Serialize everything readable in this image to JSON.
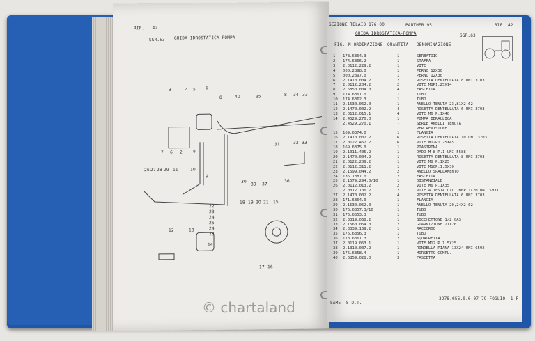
{
  "left_page": {
    "rif": "RIF.   42",
    "sgr": "SGR.63",
    "title": "GUIDA IDROSTATICA-POMPA",
    "callouts": [
      "3",
      "4",
      "5",
      "1",
      "8",
      "40",
      "35",
      "8",
      "34",
      "33",
      "7",
      "6",
      "2",
      "8",
      "31",
      "32",
      "33",
      "26",
      "27",
      "28",
      "29",
      "11",
      "10",
      "9",
      "30",
      "39",
      "37",
      "36",
      "22",
      "23",
      "24",
      "25",
      "24",
      "23",
      "18",
      "19",
      "20",
      "21",
      "15",
      "12",
      "13",
      "14",
      "17",
      "16"
    ],
    "watermark": "© chartaland"
  },
  "right_page": {
    "section": "SEZIONE TELAIO 176,00",
    "model": "PANTHER 95",
    "rif": "RIF. 42",
    "title": "GUIDA IDROSTATICA-POMPA",
    "sgr": "SGR.63",
    "headers": {
      "fig": "FIG.",
      "order": "N.ORDINAZIONE",
      "qty": "QUANTITA'",
      "name": "DENOMINAZIONE"
    },
    "rows": [
      [
        "1",
        "178.6364.3",
        "1",
        "SERBATOIO"
      ],
      [
        "2",
        "174.6366.2",
        "1",
        "STAFFA"
      ],
      [
        "3",
        "2.0112.229.2",
        "1",
        "VITE"
      ],
      [
        "4",
        "000.2898.0",
        "1",
        "PERNO 12X30"
      ],
      [
        "5",
        "000.2897.0",
        "1",
        "PERNO 12X30"
      ],
      [
        "6",
        "2.1470.004.2",
        "2",
        "ROSETTA DENTELLATA 8 UNI 3703"
      ],
      [
        "7",
        "2.0112.204.2",
        "2",
        "VITE M8P1.25X14"
      ],
      [
        "8",
        "2.6850.004.0",
        "4",
        "FASCETTA"
      ],
      [
        "9",
        "174.6361.0",
        "1",
        "TUBO"
      ],
      [
        "10",
        "174.6362.3",
        "1",
        "TUBO"
      ],
      [
        "11",
        "2.1530.062.0",
        "1",
        "ANELLO TENUTA 23,81X2,62"
      ],
      [
        "12",
        "2.1470.002.2",
        "4",
        "ROSETTA DENTELLATA 6 UNI 3703"
      ],
      [
        "13",
        "2.0112.015.1",
        "4",
        "VITE M6 P.1X40"
      ],
      [
        "14",
        "2.4529.270.0",
        "1",
        "POMPA IDRAULICA"
      ],
      [
        "",
        "2.4529.270.1",
        "-",
        "SERIE ANELLI TENUTA"
      ],
      [
        "",
        "",
        "",
        "PER REVISIONE"
      ],
      [
        "15",
        "169.6374.0",
        "1",
        "FLANGIA"
      ],
      [
        "16",
        "2.1470.007.2",
        "6",
        "ROSETTA DENTELLATA 10 UNI 3703"
      ],
      [
        "17",
        "2.0122.467.2",
        "6",
        "VITE M12P1.25X45"
      ],
      [
        "18",
        "169.6375.0",
        "1",
        "PIASTRINA"
      ],
      [
        "19",
        "2.1011.405.2",
        "1",
        "DADO M 8 P.1 UNI 5588"
      ],
      [
        "20",
        "2.1470.004.2",
        "1",
        "ROSETTA DENTELLATA 8 UNI 3703"
      ],
      [
        "21",
        "2.0122.209.2",
        "1",
        "VITE M8 P.1X25"
      ],
      [
        "22",
        "2.0112.311.2",
        "1",
        "VITE M10P.1.5X30"
      ],
      [
        "23",
        "2.1599.044.2",
        "2",
        "ANELLO SPALLAMENTO"
      ],
      [
        "24",
        "135.7387.0",
        "2",
        "FASCETTA"
      ],
      [
        "25",
        "2.1579.294.0/10",
        "1",
        "DISTANZIALE"
      ],
      [
        "26",
        "2.0112.013.2",
        "2",
        "VITE M6 P.1X35"
      ],
      [
        "",
        "2.0312.106.2",
        "2",
        "VITE A TESTA CIL. M6P.1X20 UNI 5931"
      ],
      [
        "27",
        "2.1470.002.2",
        "4",
        "ROSETTA DENTELLATA 6 UNI 3703"
      ],
      [
        "28",
        "171.6364.0",
        "1",
        "FLANGIA"
      ],
      [
        "29",
        "2.1530.052.0",
        "1",
        "ANELLO TENUTA 20,24X2,62"
      ],
      [
        "30",
        "176.6357.3/10",
        "1",
        "TUBO"
      ],
      [
        "31",
        "176.6353.3",
        "1",
        "TUBO"
      ],
      [
        "32",
        "2.3319.068.2",
        "1",
        "BOCCHETTONE 1/2 GAS"
      ],
      [
        "33",
        "2.1560.054.0",
        "2",
        "GUARNIZIONE 21X26"
      ],
      [
        "34",
        "2.3339.169.2",
        "1",
        "RACCORDO"
      ],
      [
        "35",
        "176.6356.3",
        "1",
        "TUBO"
      ],
      [
        "36",
        "178.6361.3",
        "2",
        "SQUADRETTA"
      ],
      [
        "37",
        "2.0119.053.1",
        "1",
        "VITE M12 P.1.5X25"
      ],
      [
        "38",
        "2.1310.007.2",
        "1",
        "RONDELLA PIANA 13X24 UNI 6592"
      ],
      [
        "39",
        "176.6358.4",
        "1",
        "MORSETTO COMPL."
      ],
      [
        "40",
        "2.6859.028.0",
        "3",
        "FASCETTA"
      ]
    ],
    "footer_left": "SAME  S.D.T.",
    "footer_right": "3D78.056.0.0 07-79 FOGLIO  1-F"
  },
  "colors": {
    "binder": "#1f56a8",
    "paper": "#f1f0ed",
    "ink": "#333333"
  }
}
